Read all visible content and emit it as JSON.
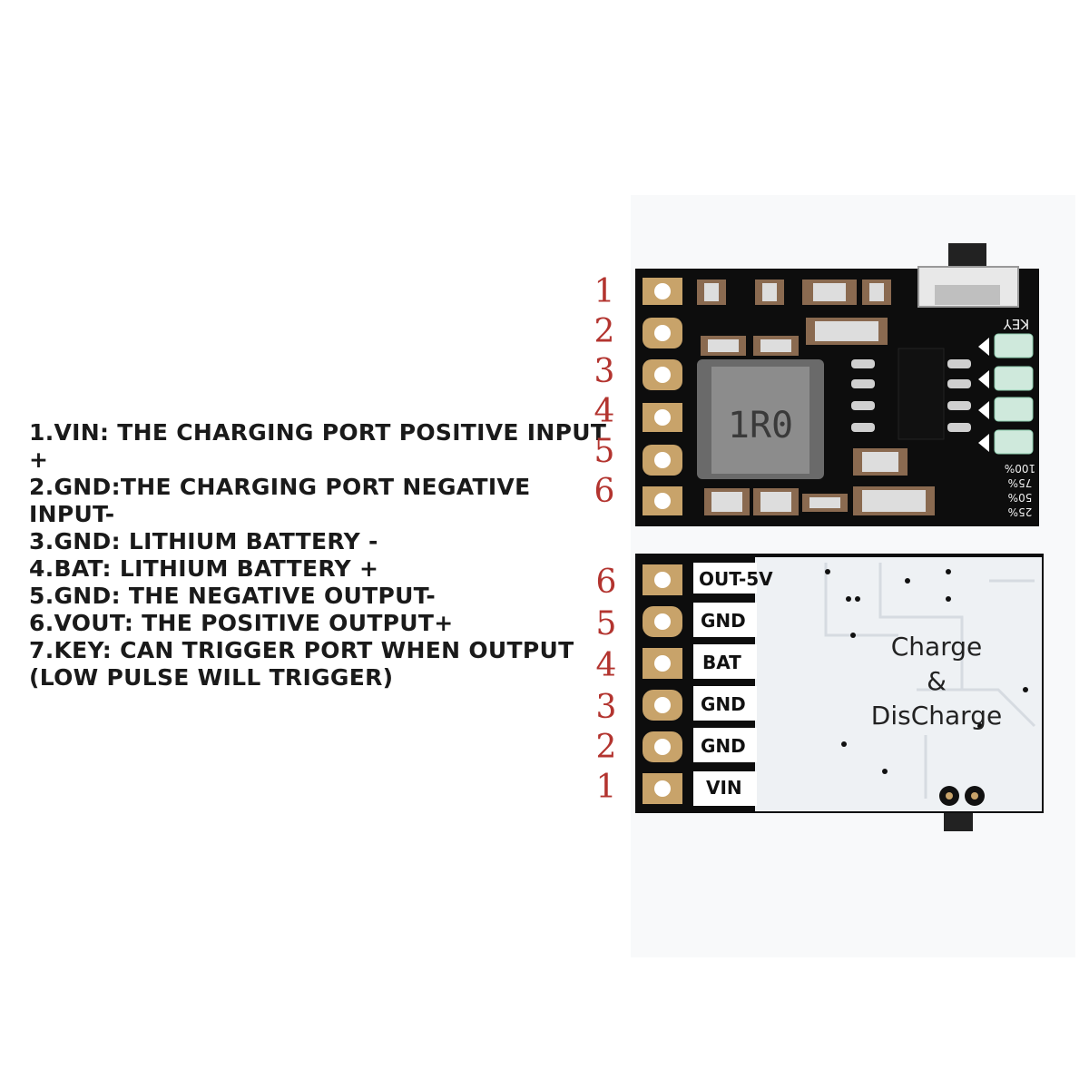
{
  "descriptions": [
    "1.VIN: THE CHARGING PORT POSITIVE INPUT +",
    "2.GND:THE CHARGING PORT NEGATIVE INPUT-",
    "3.GND: LITHIUM BATTERY -",
    "4.BAT: LITHIUM BATTERY +",
    "5.GND: THE NEGATIVE OUTPUT-",
    "6.VOUT: THE POSITIVE OUTPUT+",
    "7.KEY: CAN TRIGGER PORT WHEN OUTPUT (LOW PULSE WILL TRIGGER)"
  ],
  "top_board": {
    "pin_numbers": [
      "1",
      "2",
      "3",
      "4",
      "5",
      "6"
    ],
    "inductor_marking": "1R0",
    "key_label": "KEY",
    "levels": [
      "100%",
      "75%",
      "50%",
      "25%"
    ]
  },
  "bottom_board": {
    "pin_numbers": [
      "6",
      "5",
      "4",
      "3",
      "2",
      "1"
    ],
    "pin_labels": [
      "OUT-5V",
      "GND",
      "BAT",
      "GND",
      "GND",
      "VIN"
    ],
    "title_line1": "Charge",
    "title_line2": "&",
    "title_line3": "DisCharge"
  },
  "colors": {
    "pcb_black": "#0d0d0d",
    "pcb_white": "#eef1f4",
    "pad_gold": "#c8a36a",
    "pin_number_red": "#b3342f",
    "led_green": "#6fd3a0"
  }
}
